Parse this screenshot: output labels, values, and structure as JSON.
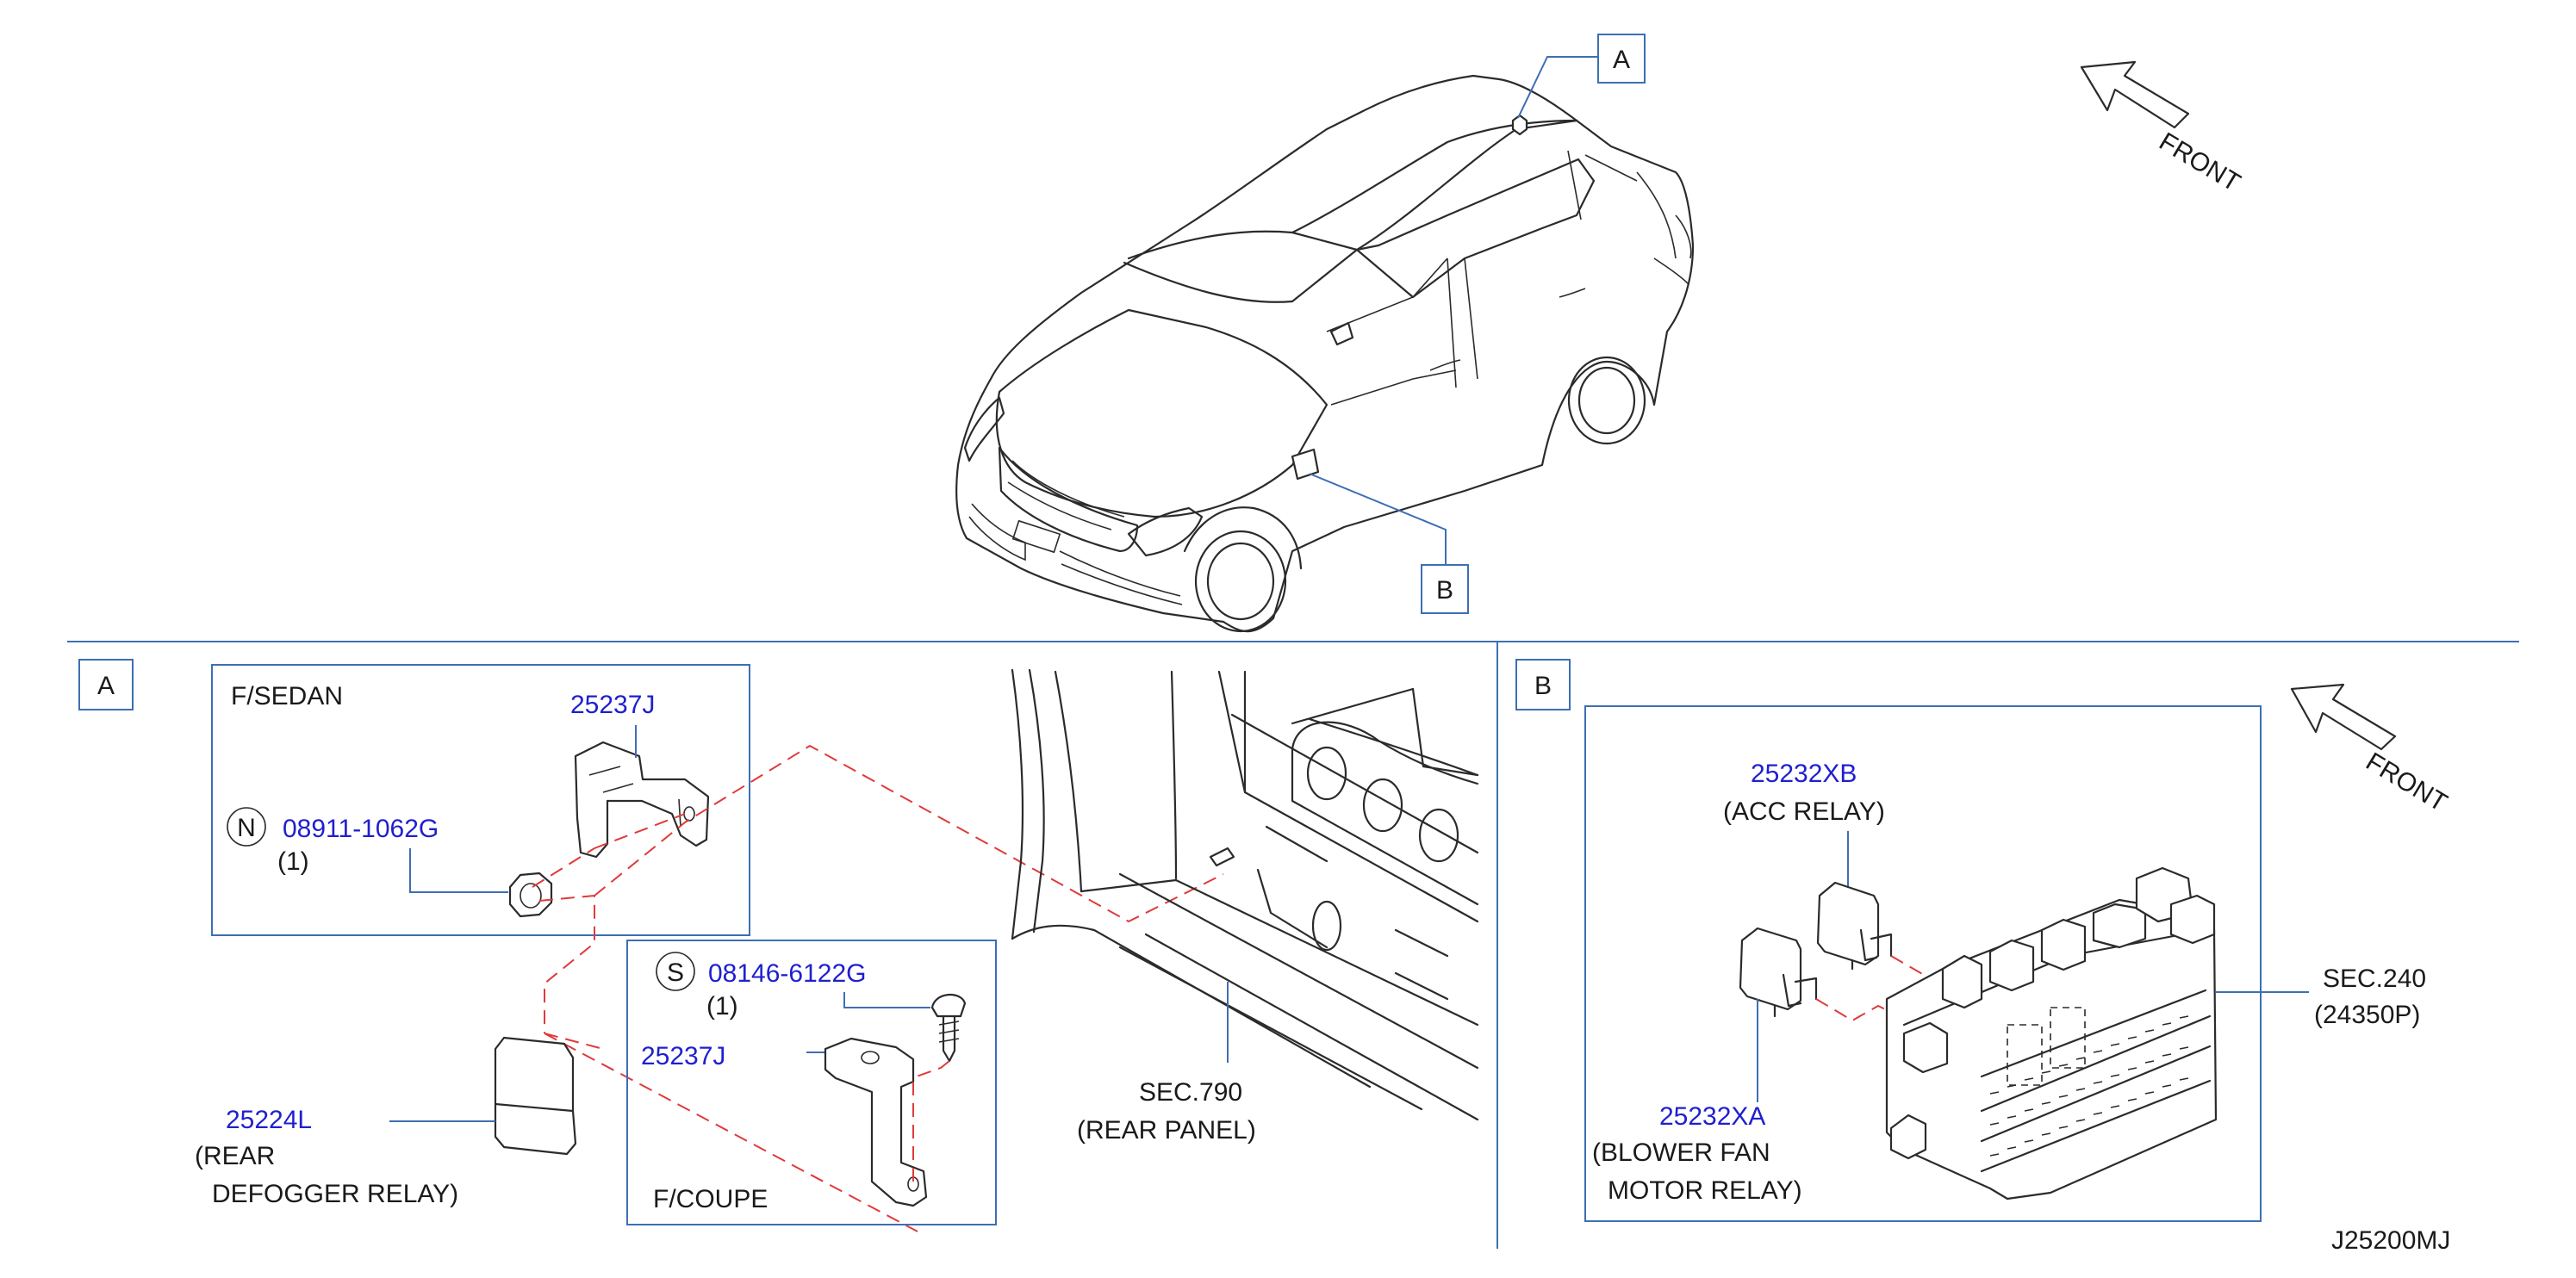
{
  "callouts": {
    "a": "A",
    "b": "B"
  },
  "front_label": "FRONT",
  "panel_a": {
    "tag": "A",
    "sedan_label": "F/SEDAN",
    "coupe_label": "F/COUPE",
    "bracket_sedan_pn": "25237J",
    "nut_symbol": "N",
    "nut_pn": "08911-1062G",
    "nut_qty": "(1)",
    "screw_symbol": "S",
    "screw_pn": "08146-6122G",
    "screw_qty": "(1)",
    "bracket_coupe_pn": "25237J",
    "relay_pn": "25224L",
    "relay_name_line1": "(REAR",
    "relay_name_line2": "DEFOGGER  RELAY)",
    "sec_ref": "SEC.790",
    "sec_name": "(REAR  PANEL)"
  },
  "panel_b": {
    "tag": "B",
    "acc_pn": "25232XB",
    "acc_name": "(ACC     RELAY)",
    "blower_pn": "25232XA",
    "blower_name_line1": "(BLOWER  FAN",
    "blower_name_line2": "MOTOR  RELAY)",
    "sec_ref": "SEC.240",
    "sec_part": "(24350P)"
  },
  "diagram_id": "J25200MJ",
  "colors": {
    "part_number": "#1f1fd0",
    "frame": "#3d6fb3",
    "routing": "#e03a3a",
    "line": "#2b2b2b"
  }
}
